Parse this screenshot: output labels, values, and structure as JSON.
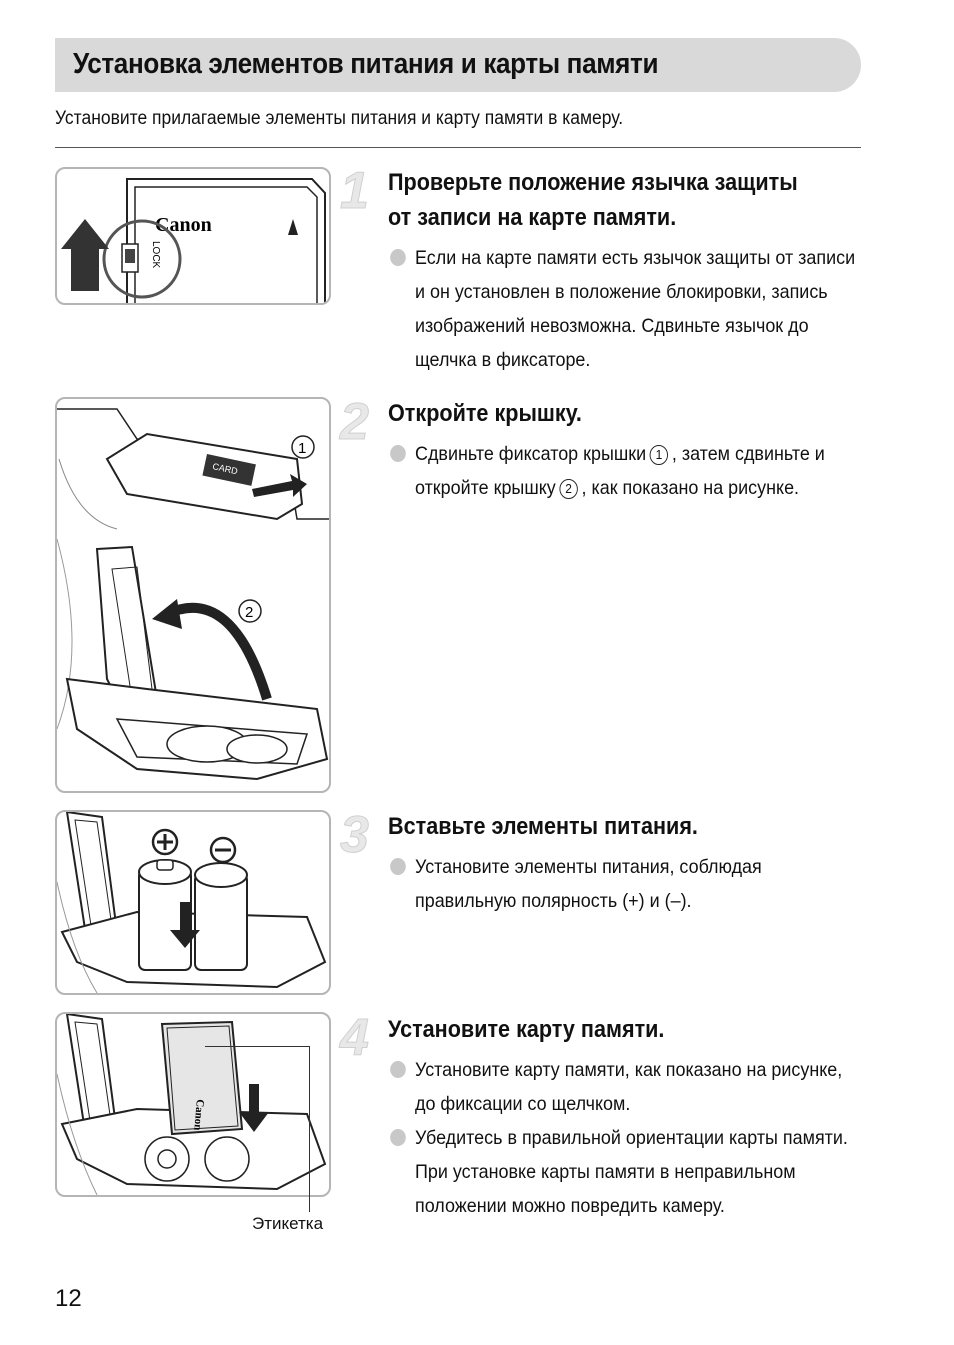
{
  "header": {
    "title": "Установка элементов питания и карты памяти"
  },
  "intro": "Установите прилагаемые элементы питания и карту памяти в камеру.",
  "steps": [
    {
      "number": "1",
      "title": "Проверьте положение язычка защиты от записи на карте памяти.",
      "bullets": [
        "Если на карте памяти есть язычок защиты от записи и он установлен в положение блокировки, запись изображений невозможна. Сдвиньте язычок до щелчка в фиксаторе."
      ]
    },
    {
      "number": "2",
      "title": "Откройте крышку.",
      "bullet_parts": [
        "Сдвиньте фиксатор крышки",
        ", затем сдвиньте и откройте крышку",
        ", как показано на рисунке."
      ],
      "markers": [
        "1",
        "2"
      ]
    },
    {
      "number": "3",
      "title": "Вставьте элементы питания.",
      "bullets": [
        "Установите элементы питания, соблюдая правильную полярность (+) и (–)."
      ]
    },
    {
      "number": "4",
      "title": "Установите карту памяти.",
      "bullets": [
        "Установите карту памяти, как показано на рисунке, до фиксации со щелчком.",
        "Убедитесь в правильной ориентации карты памяти. При установке карты памяти в неправильном положении можно повредить камеру."
      ]
    }
  ],
  "illustrations": {
    "card_brand": "Canon",
    "card_lock": "LOCK",
    "card_label": "CARD",
    "label_caption": "Этикетка"
  },
  "page_number": "12"
}
